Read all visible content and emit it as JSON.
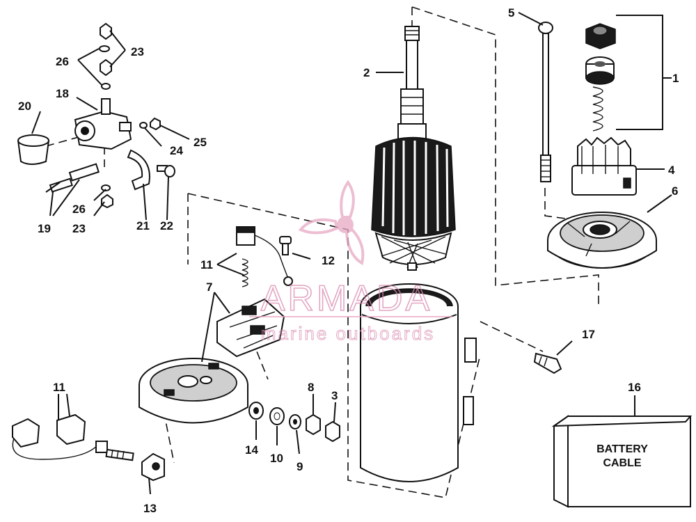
{
  "diagram": {
    "callouts": {
      "c1": "1",
      "c2": "2",
      "c3": "3",
      "c4": "4",
      "c5": "5",
      "c6": "6",
      "c7": "7",
      "c8": "8",
      "c9": "9",
      "c10": "10",
      "c11a": "11",
      "c11b": "11",
      "c12": "12",
      "c13": "13",
      "c14": "14",
      "c16": "16",
      "c17": "17",
      "c18": "18",
      "c19": "19",
      "c20": "20",
      "c21": "21",
      "c22": "22",
      "c23a": "23",
      "c23b": "23",
      "c24": "24",
      "c25": "25",
      "c26a": "26",
      "c26b": "26"
    },
    "battery_box": {
      "line1": "BATTERY",
      "line2": "CABLE"
    }
  },
  "watermark": {
    "brand": "ARMADA",
    "tagline": "marine outboards",
    "color": "#e8a9c4"
  }
}
